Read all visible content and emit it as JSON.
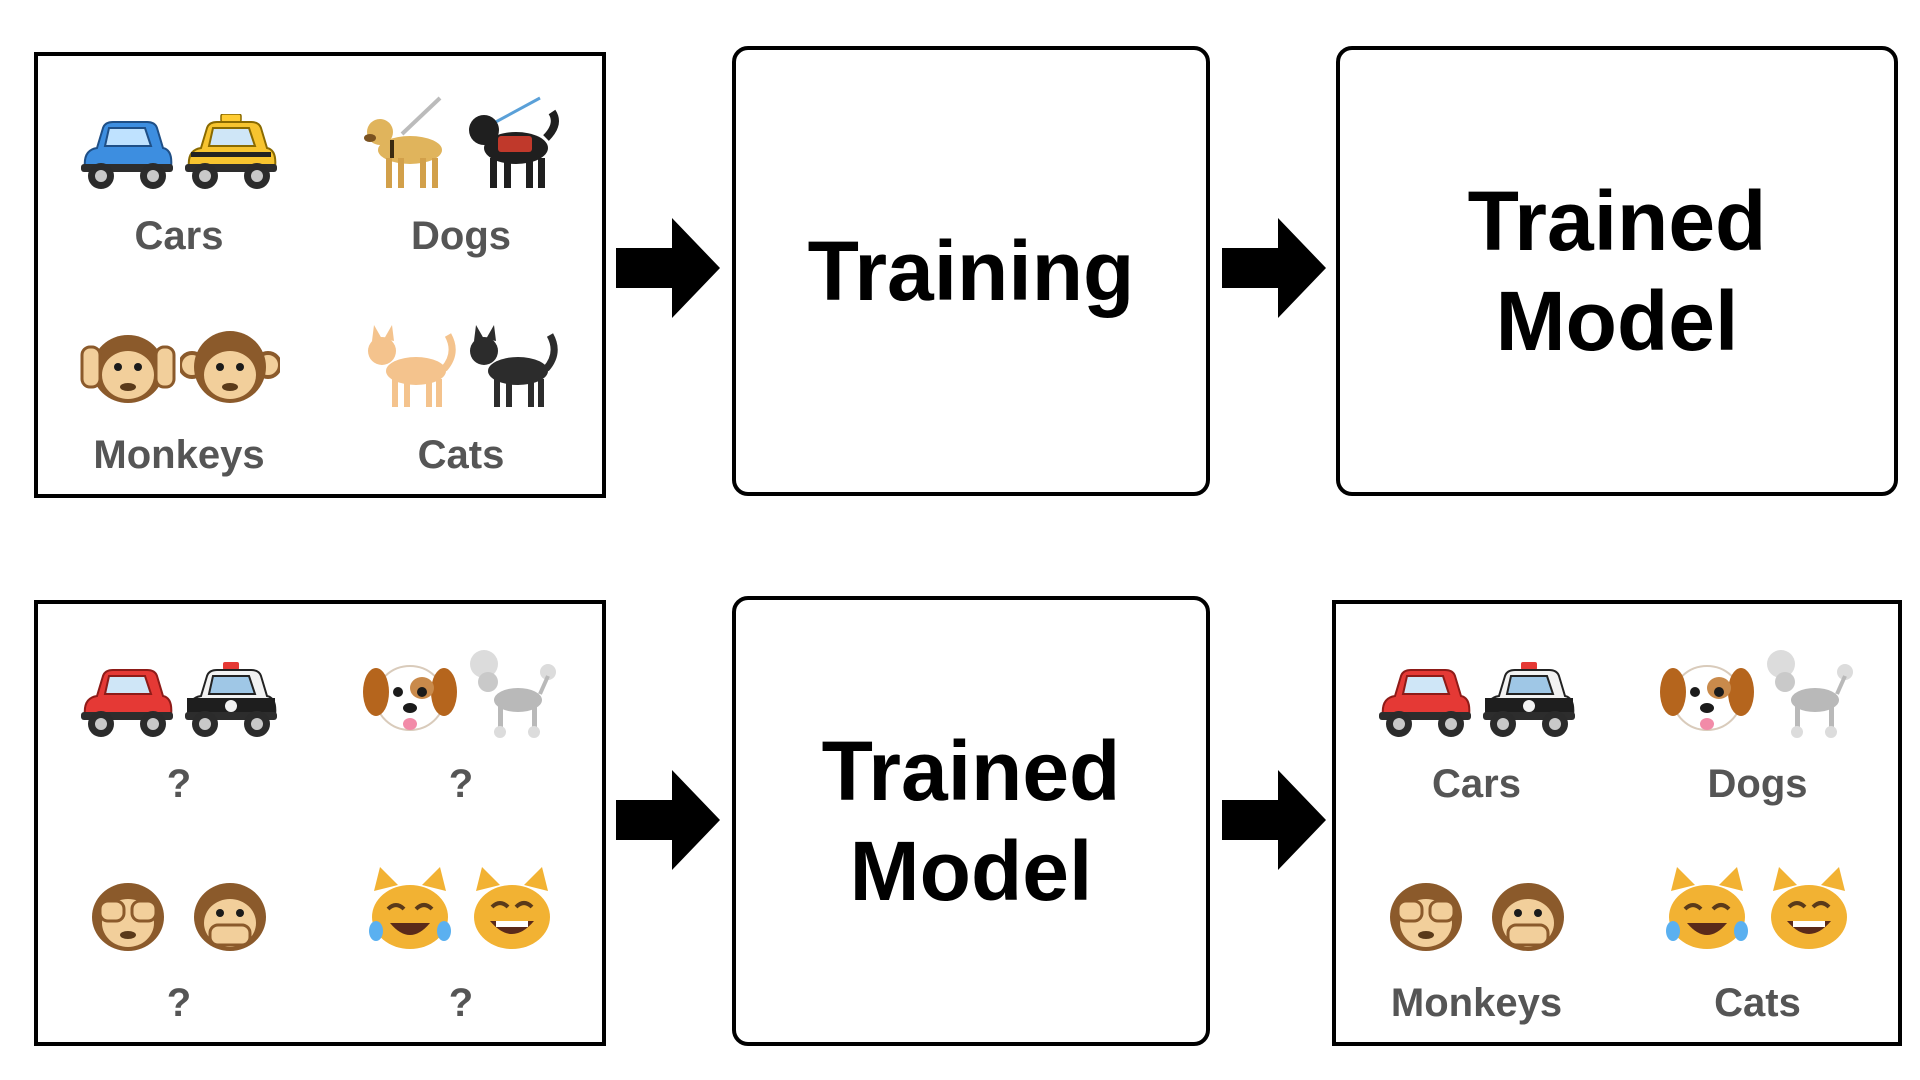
{
  "colors": {
    "border": "#000000",
    "label_text": "#555555",
    "title_text": "#000000"
  },
  "top_row": {
    "input_panel": {
      "cells": [
        {
          "label": "Cars",
          "icons": [
            "blue-car-icon",
            "taxi-icon"
          ]
        },
        {
          "label": "Dogs",
          "icons": [
            "guide-dog-icon",
            "service-dog-icon"
          ]
        },
        {
          "label": "Monkeys",
          "icons": [
            "hear-no-evil-monkey-icon",
            "monkey-face-icon"
          ]
        },
        {
          "label": "Cats",
          "icons": [
            "orange-cat-icon",
            "black-cat-icon"
          ]
        }
      ]
    },
    "process_box": {
      "label": "Training"
    },
    "output_box": {
      "label": "Trained\nModel"
    }
  },
  "bottom_row": {
    "input_panel": {
      "cells": [
        {
          "label": "?",
          "icons": [
            "red-car-icon",
            "police-car-icon"
          ]
        },
        {
          "label": "?",
          "icons": [
            "dog-face-icon",
            "poodle-icon"
          ]
        },
        {
          "label": "?",
          "icons": [
            "see-no-evil-monkey-icon",
            "speak-no-evil-monkey-icon"
          ]
        },
        {
          "label": "?",
          "icons": [
            "cat-tears-of-joy-icon",
            "grinning-cat-icon"
          ]
        }
      ]
    },
    "process_box": {
      "label": "Trained\nModel"
    },
    "output_panel": {
      "cells": [
        {
          "label": "Cars",
          "icons": [
            "red-car-icon",
            "police-car-icon"
          ]
        },
        {
          "label": "Dogs",
          "icons": [
            "dog-face-icon",
            "poodle-icon"
          ]
        },
        {
          "label": "Monkeys",
          "icons": [
            "see-no-evil-monkey-icon",
            "speak-no-evil-monkey-icon"
          ]
        },
        {
          "label": "Cats",
          "icons": [
            "cat-tears-of-joy-icon",
            "grinning-cat-icon"
          ]
        }
      ]
    }
  }
}
